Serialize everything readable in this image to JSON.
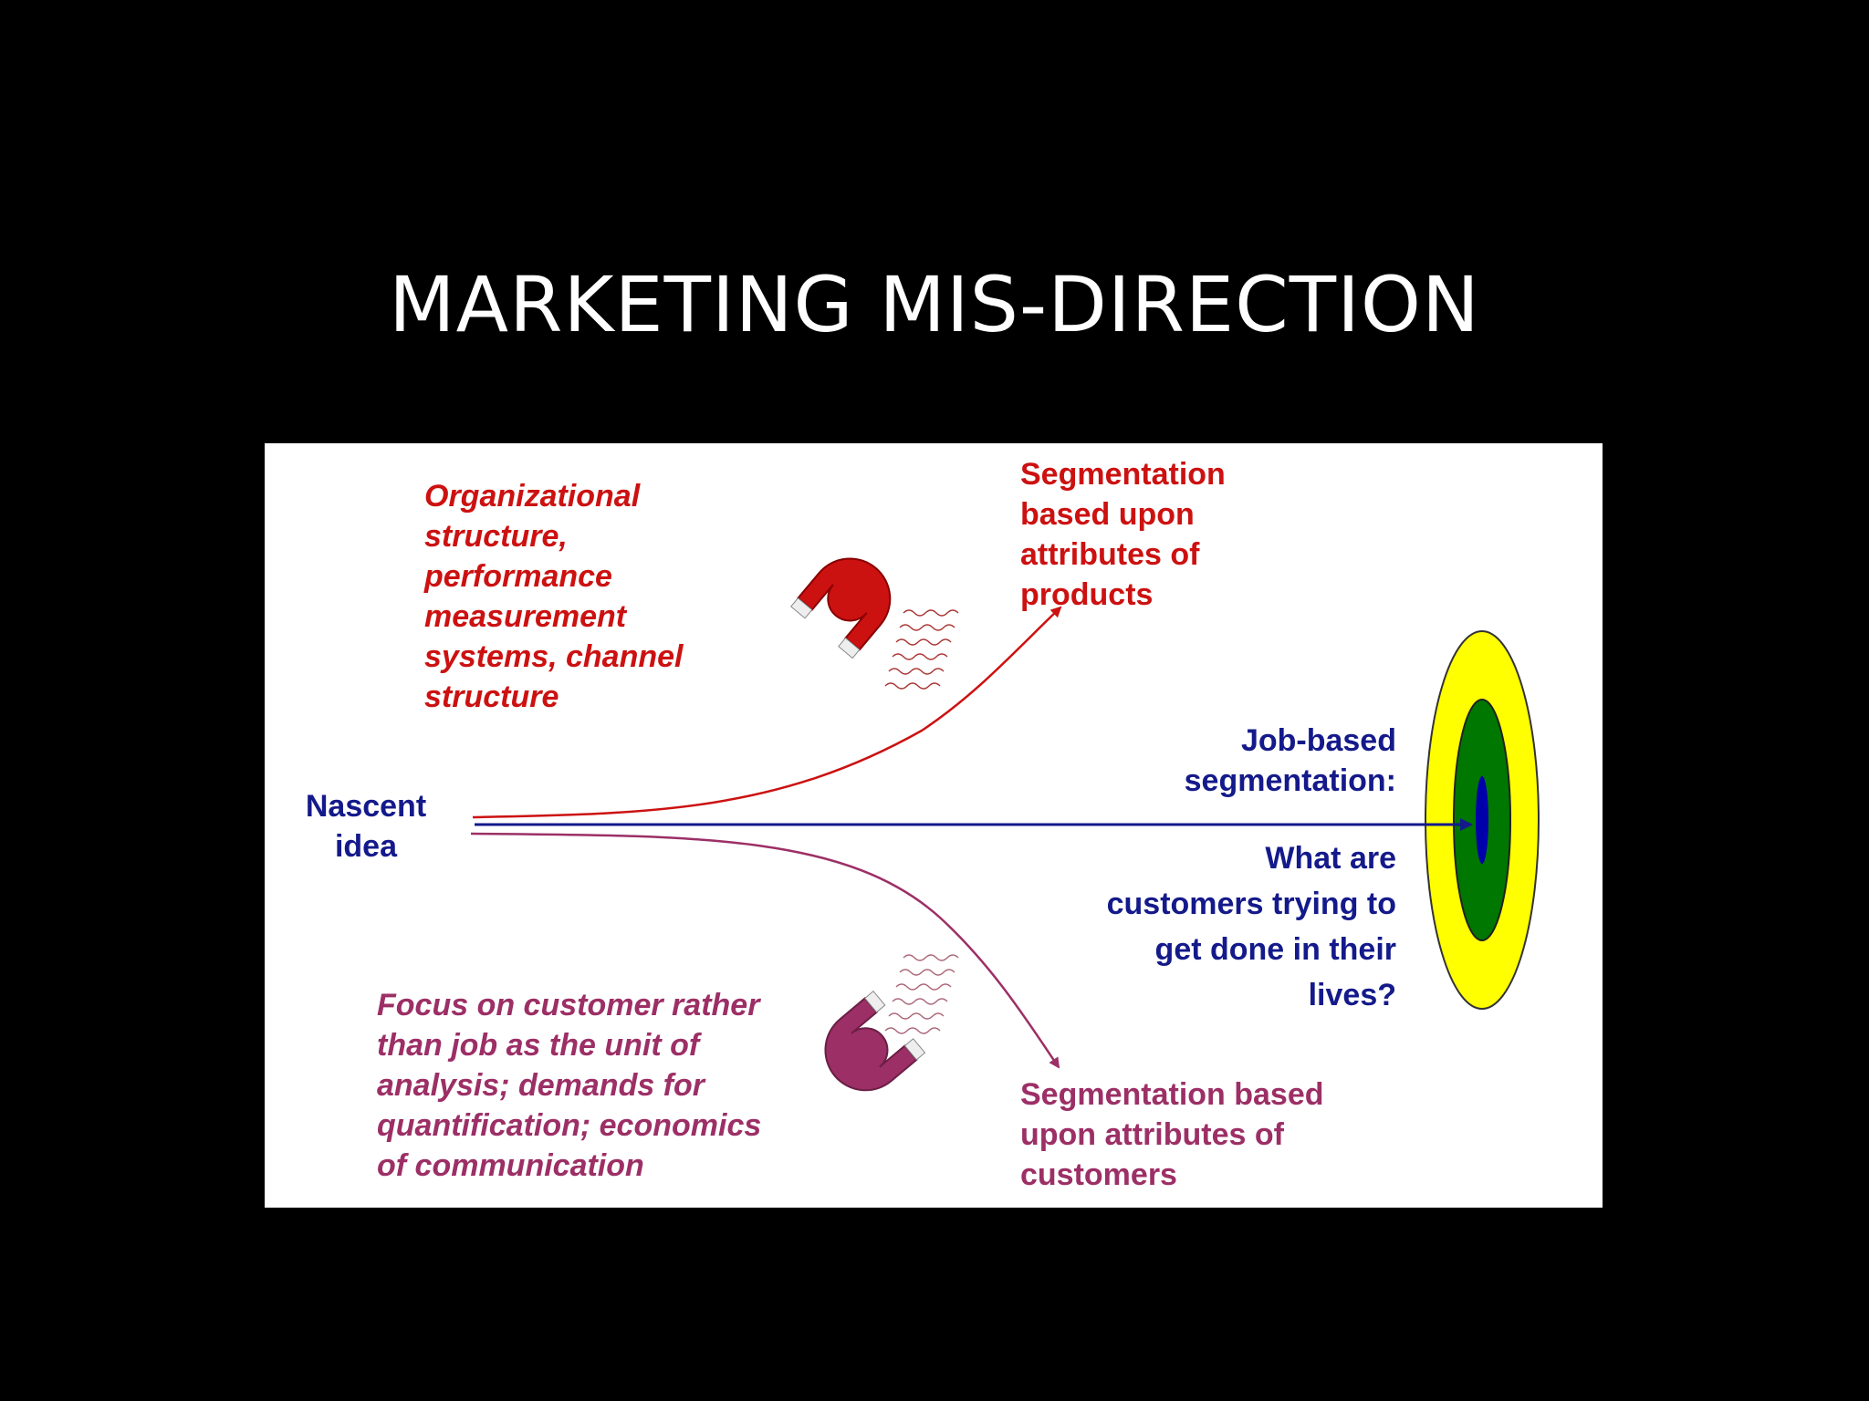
{
  "slide": {
    "title": "MARKETING MIS-DIRECTION"
  },
  "diagram": {
    "forces_top": "Organizational\nstructure,\nperformance\nmeasurement\nsystems, channel\nstructure",
    "forces_bottom": "Focus on customer rather\nthan job as the unit of\nanalysis; demands for\nquantification; economics\nof communication",
    "origin_label": "Nascent\nidea",
    "product_segmentation": "Segmentation\nbased upon\nattributes of\nproducts",
    "customer_segmentation": "Segmentation based\nupon attributes of\ncustomers",
    "job_segmentation_heading": "Job-based\nsegmentation:",
    "job_segmentation_question": "What are\ncustomers trying to\nget done in their\nlives?",
    "icons": [
      "magnet-icon",
      "magnet-icon",
      "target-icon",
      "arrow-icon"
    ]
  },
  "colors": {
    "background": "#000000",
    "title": "#ffffff",
    "red_path": "#cc1111",
    "plum_path": "#9c2f66",
    "job_path": "#141a8a",
    "target_outer": "#ffff00",
    "target_middle": "#007700",
    "target_inner": "#0000aa"
  }
}
